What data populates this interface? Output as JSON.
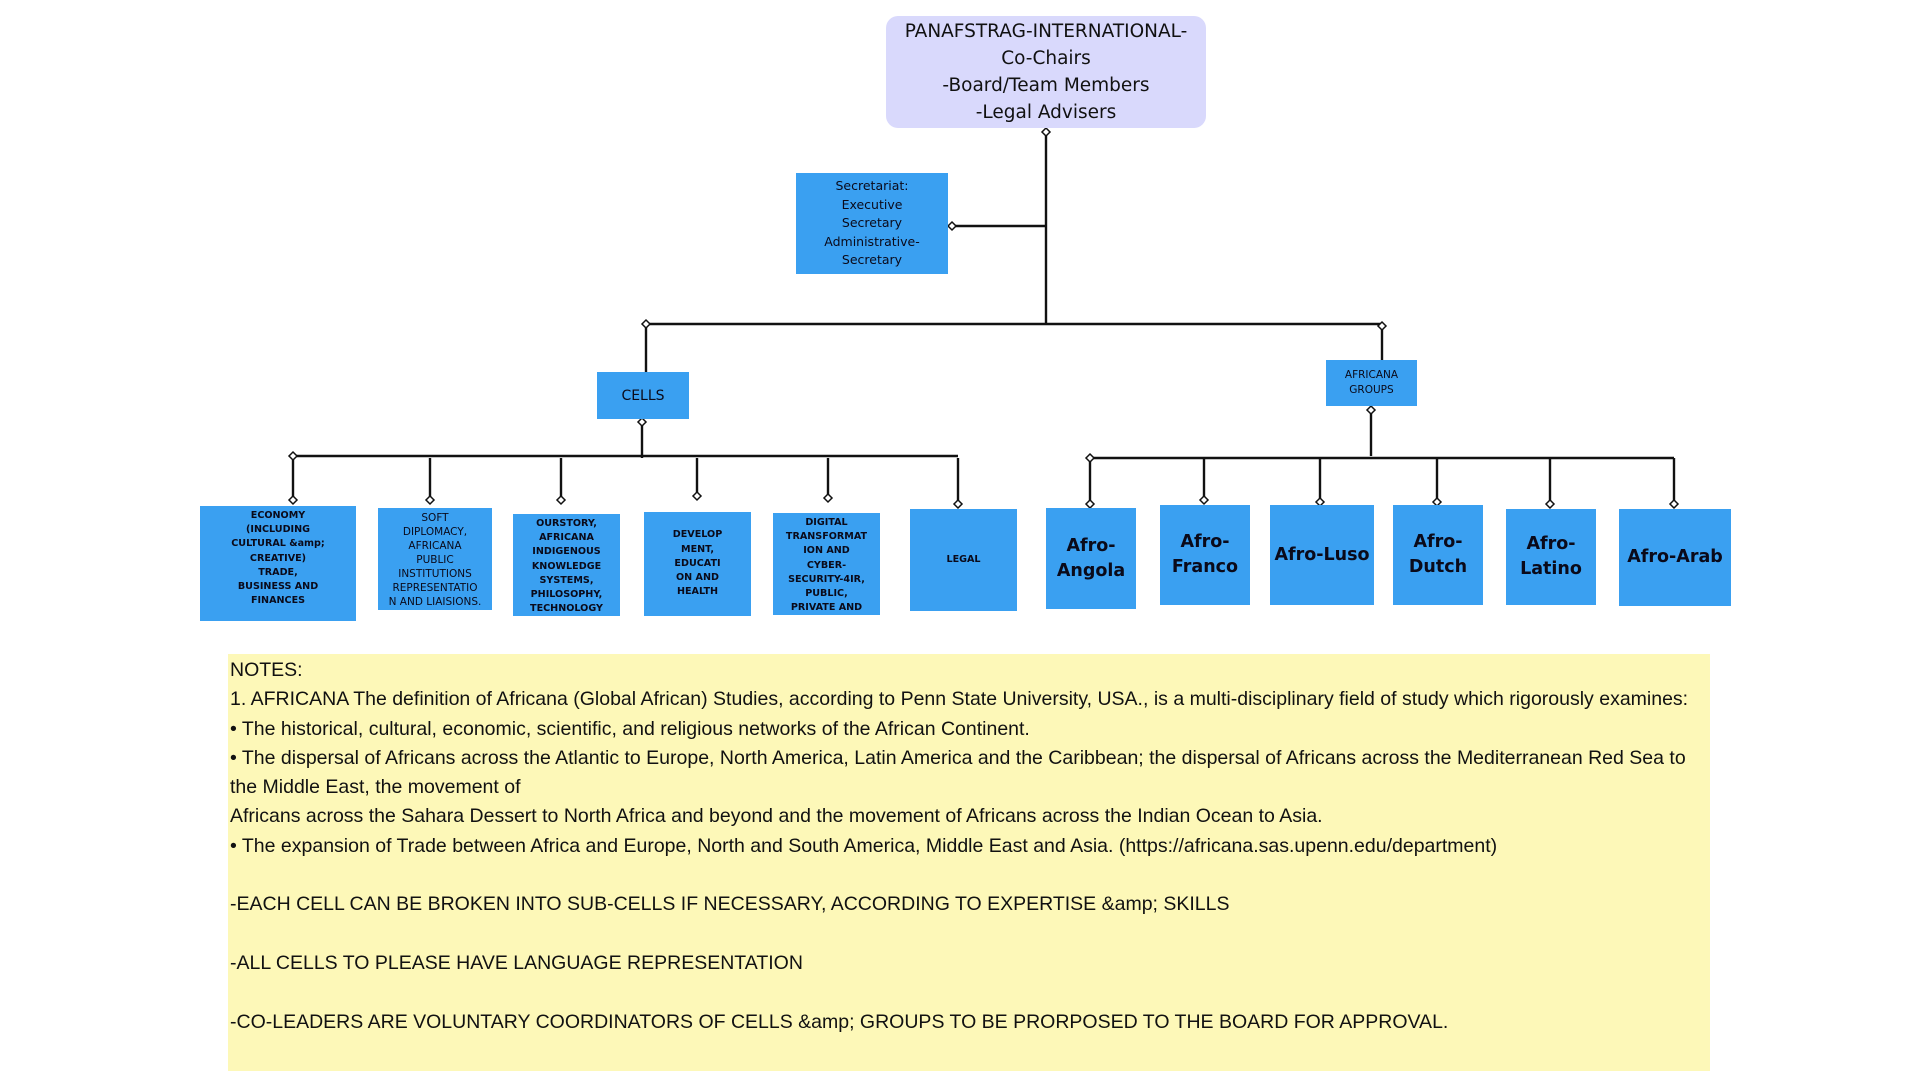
{
  "top": {
    "lines": [
      "PANAFSTRAG-INTERNATIONAL-",
      "Co-Chairs",
      "-Board/Team Members",
      "-Legal Advisers"
    ]
  },
  "secretariat": {
    "lines": [
      "Secretariat:",
      "Executive",
      "Secretary",
      "Administrative-",
      "Secretary"
    ]
  },
  "cells_label": "CELLS",
  "groups_label": "AFRICANA\nGROUPS",
  "cells": [
    {
      "label": "ECONOMY\n(INCLUDING\nCULTURAL &amp;\nCREATIVE)\nTRADE,\nBUSINESS AND\nFINANCES"
    },
    {
      "label": "SOFT\nDIPLOMACY,\nAFRICANA\nPUBLIC\nINSTITUTIONS\nREPRESENTATIO\nN AND LIAISIONS."
    },
    {
      "label": "OURSTORY,\nAFRICANA\nINDIGENOUS\nKNOWLEDGE\nSYSTEMS,\nPHILOSOPHY,\nTECHNOLOGY"
    },
    {
      "label": "DEVELOP\nMENT,\nEDUCATI\nON AND\nHEALTH"
    },
    {
      "label": "DIGITAL\nTRANSFORMAT\nION AND\nCYBER-\nSECURITY-4IR,\nPUBLIC,\nPRIVATE AND"
    },
    {
      "label": "LEGAL"
    }
  ],
  "groups": [
    {
      "label": "Afro-\nAngola"
    },
    {
      "label": "Afro-\nFranco"
    },
    {
      "label": "Afro-Luso"
    },
    {
      "label": "Afro-\nDutch"
    },
    {
      "label": "Afro-\nLatino"
    },
    {
      "label": "Afro-Arab"
    }
  ],
  "notes": {
    "heading": "NOTES:",
    "p1": "1. AFRICANA The definition of Africana (Global African) Studies, according to Penn State University, USA., is a multi-disciplinary field of study which rigorously examines:",
    "b1": "• The historical, cultural, economic, scientific, and religious networks of the African Continent.",
    "b2": "• The dispersal of Africans across the Atlantic to Europe, North America, Latin America and the Caribbean; the dispersal of Africans across the Mediterranean Red Sea to the Middle East, the movement of",
    "b2b": "Africans across the Sahara Dessert to North Africa and beyond and the movement of Africans across the Indian Ocean to Asia.",
    "b3": "• The expansion of Trade between Africa and Europe, North and South America, Middle East and Asia. (https://africana.sas.upenn.edu/department)",
    "n1": "-EACH CELL CAN BE BROKEN INTO SUB-CELLS IF NECESSARY, ACCORDING TO EXPERTISE &amp; SKILLS",
    "n2": "-ALL CELLS TO PLEASE HAVE LANGUAGE REPRESENTATION",
    "n3": "-CO-LEADERS ARE VOLUNTARY COORDINATORS OF CELLS &amp; GROUPS TO BE PRORPOSED TO THE BOARD FOR APPROVAL."
  }
}
